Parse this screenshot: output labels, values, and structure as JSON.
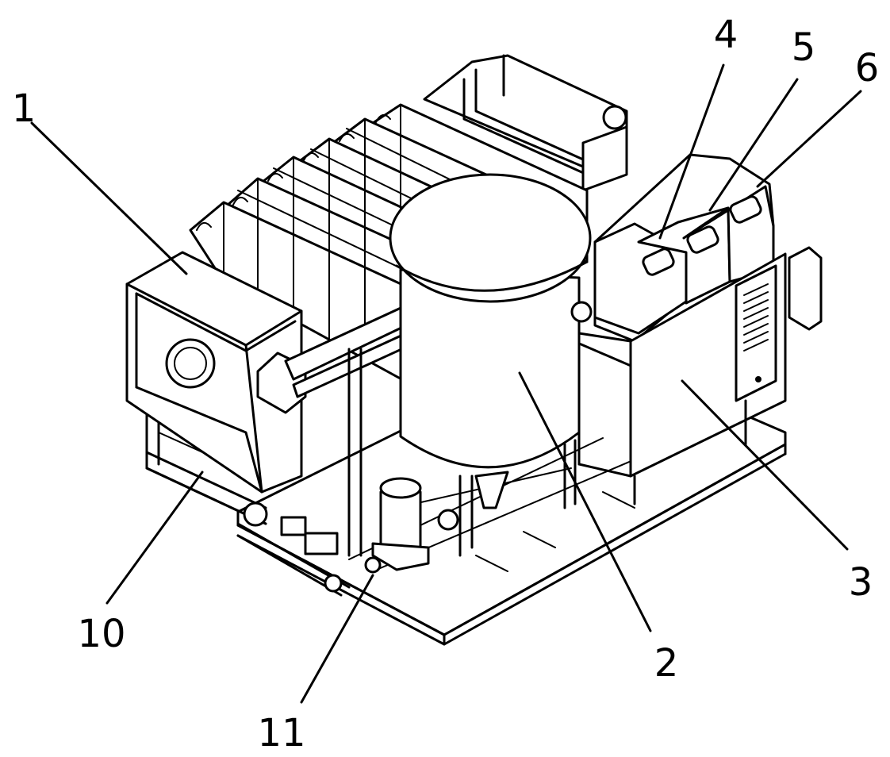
{
  "labels": {
    "l1": "1",
    "l2": "2",
    "l3": "3",
    "l4": "4",
    "l5": "5",
    "l6": "6",
    "l10": "10",
    "l11": "11"
  }
}
